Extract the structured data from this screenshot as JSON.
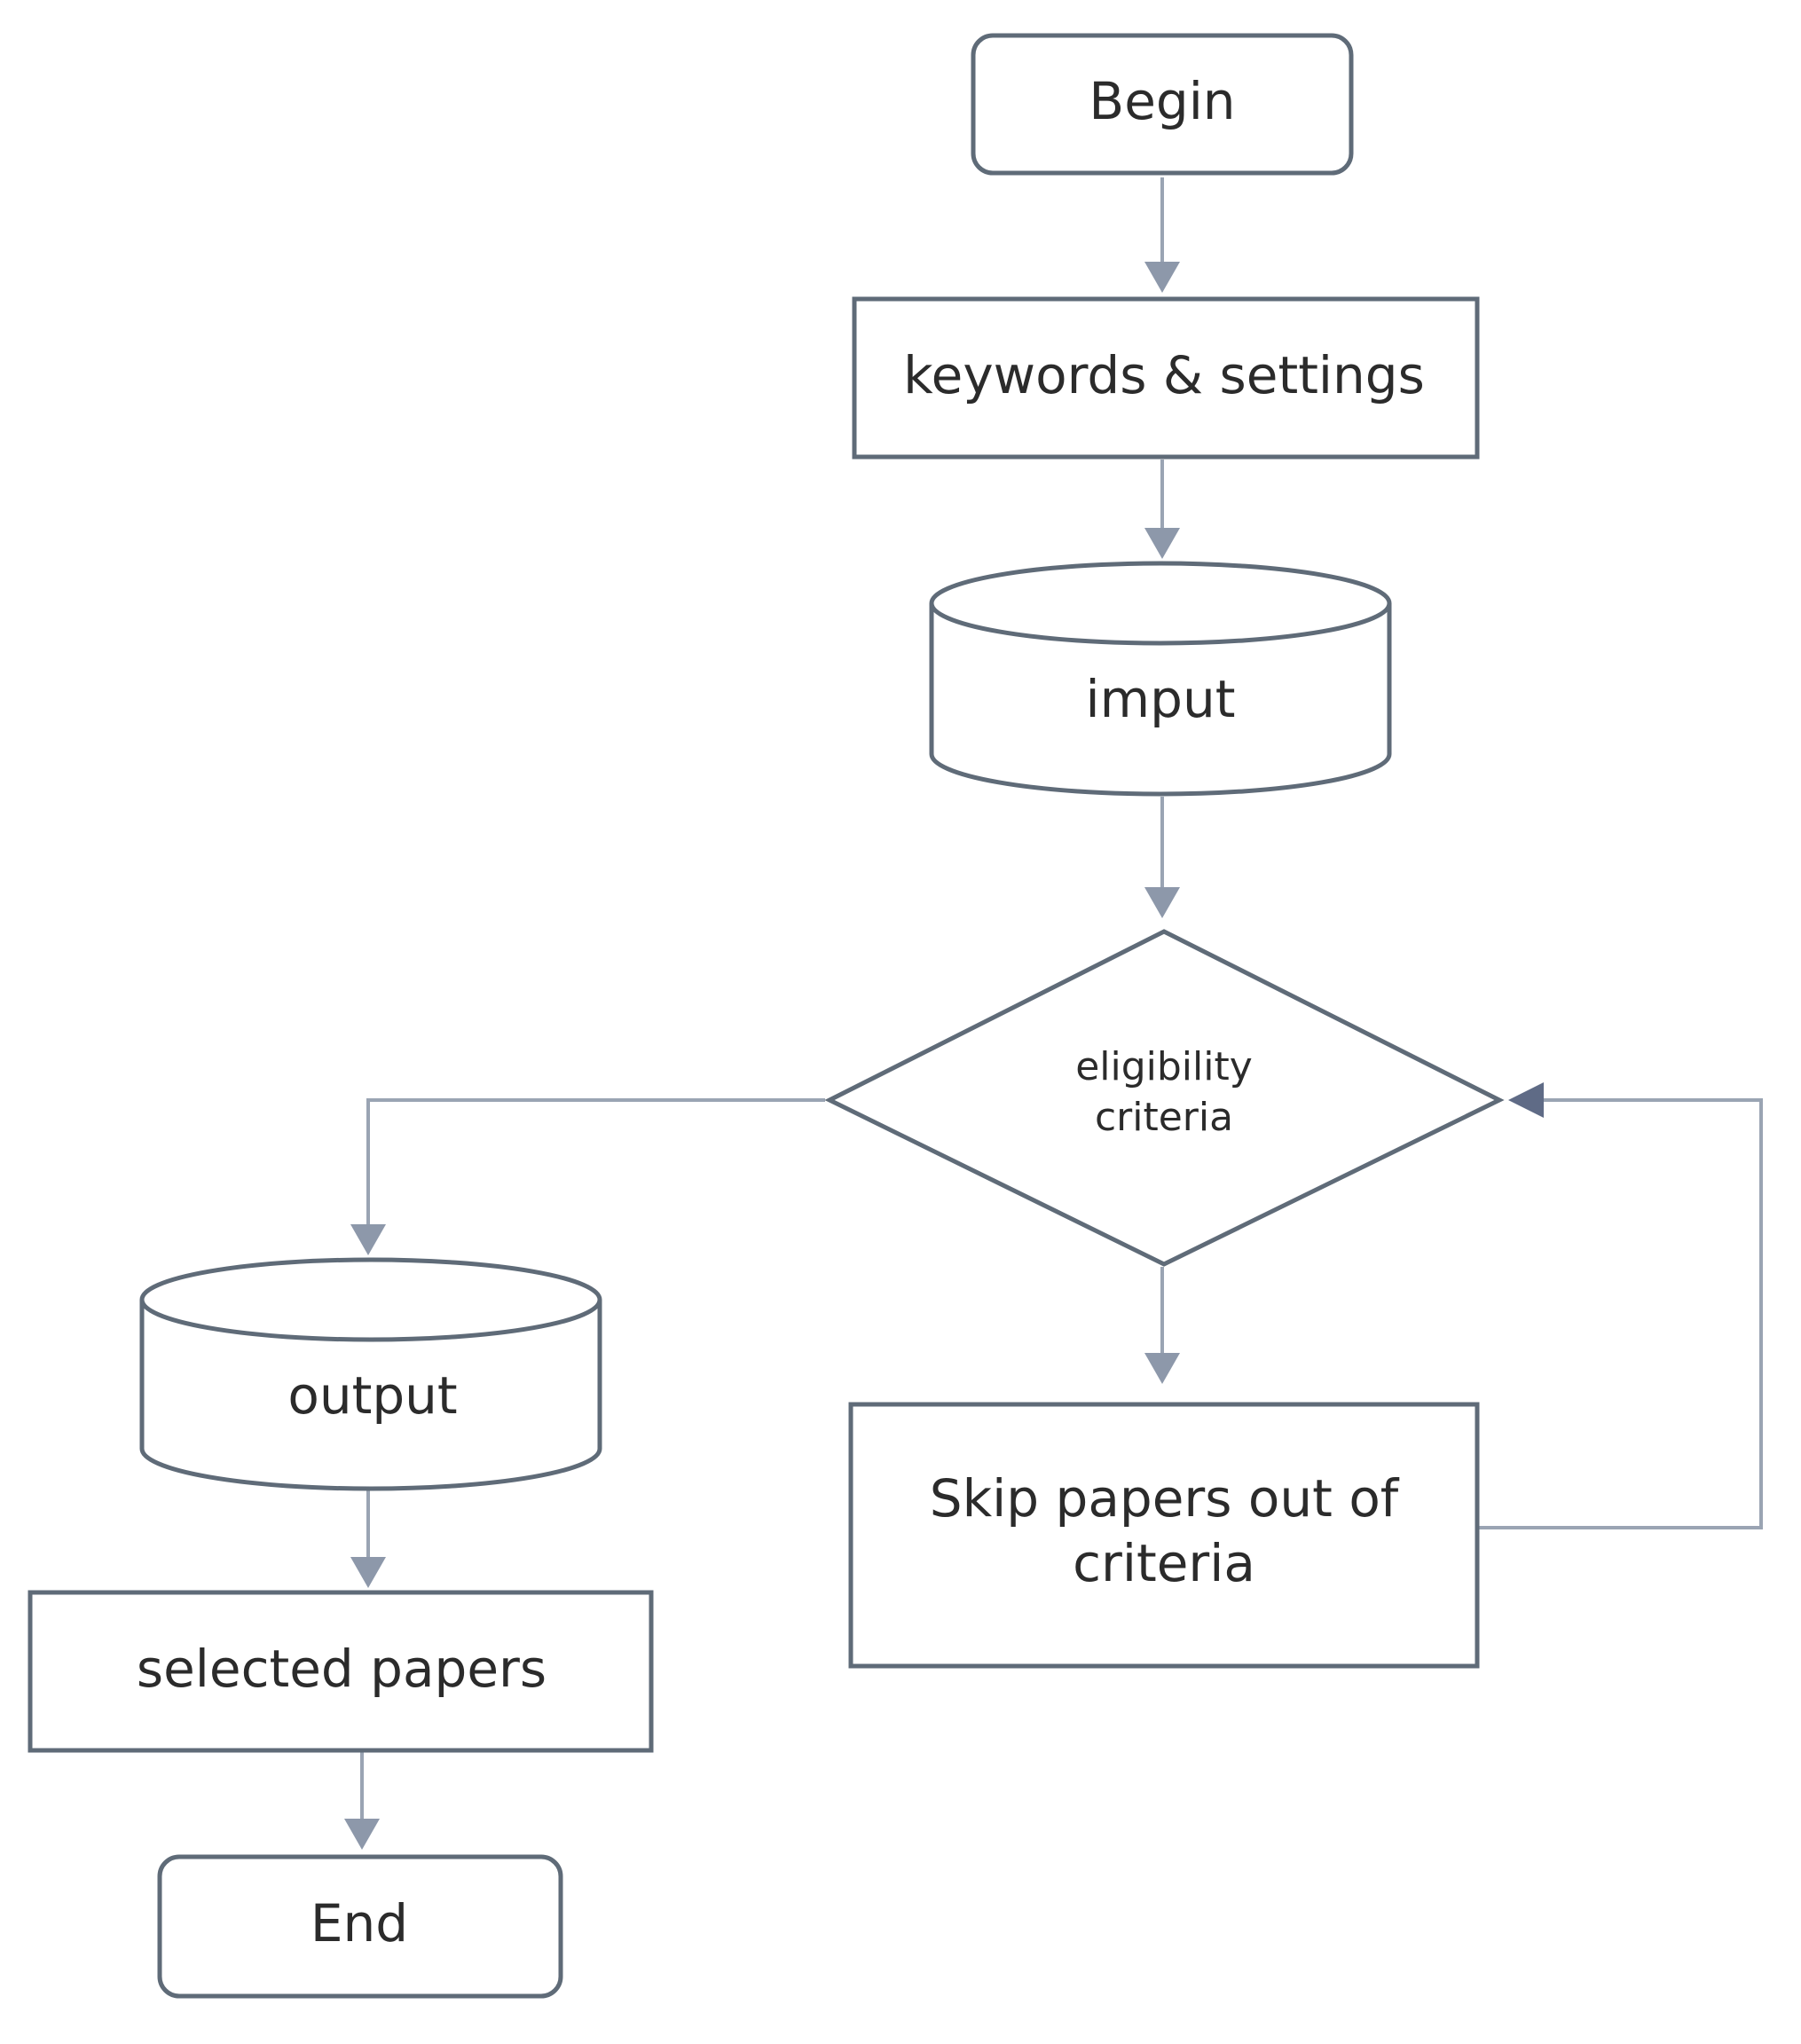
{
  "diagram": {
    "nodes": {
      "begin": {
        "label": "Begin"
      },
      "keywords_settings": {
        "label": "keywords & settings"
      },
      "imput": {
        "label": "imput"
      },
      "eligibility_line1": {
        "label": "eligibility"
      },
      "eligibility_line2": {
        "label": "criteria"
      },
      "skip_line1": {
        "label": "Skip papers out of"
      },
      "skip_line2": {
        "label": "criteria"
      },
      "output": {
        "label": "output"
      },
      "selected_papers": {
        "label": "selected papers"
      },
      "end": {
        "label": "End"
      }
    }
  }
}
